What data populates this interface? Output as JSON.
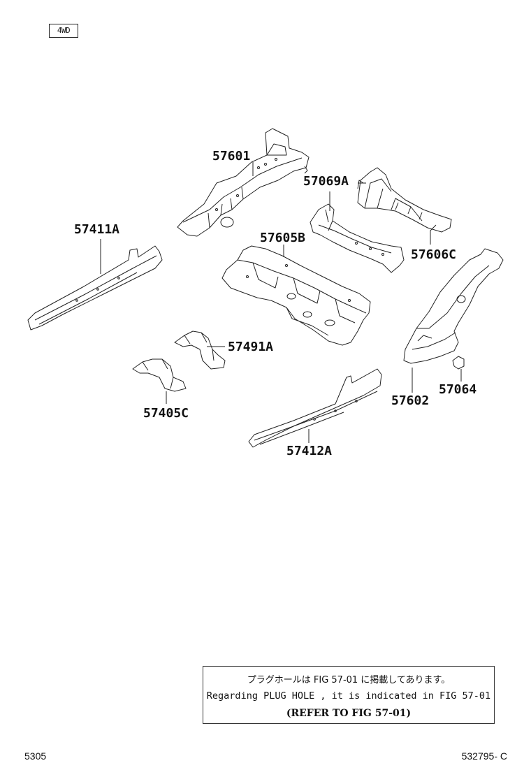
{
  "badge": "4WD",
  "parts": [
    {
      "id": "p57601",
      "label": "57601"
    },
    {
      "id": "p57069A",
      "label": "57069A"
    },
    {
      "id": "p57411A",
      "label": "57411A"
    },
    {
      "id": "p57605B",
      "label": "57605B"
    },
    {
      "id": "p57606C",
      "label": "57606C"
    },
    {
      "id": "p57491A",
      "label": "57491A"
    },
    {
      "id": "p57405C",
      "label": "57405C"
    },
    {
      "id": "p57602",
      "label": "57602"
    },
    {
      "id": "p57064",
      "label": "57064"
    },
    {
      "id": "p57412A",
      "label": "57412A"
    }
  ],
  "note": {
    "line1": "プラグホールは FIG 57-01 に掲載してあります。",
    "line2": "Regarding PLUG HOLE , it is indicated in FIG 57-01",
    "line3": "(REFER TO FIG 57-01)"
  },
  "footer": {
    "left": "5305",
    "right": "532795- C"
  }
}
